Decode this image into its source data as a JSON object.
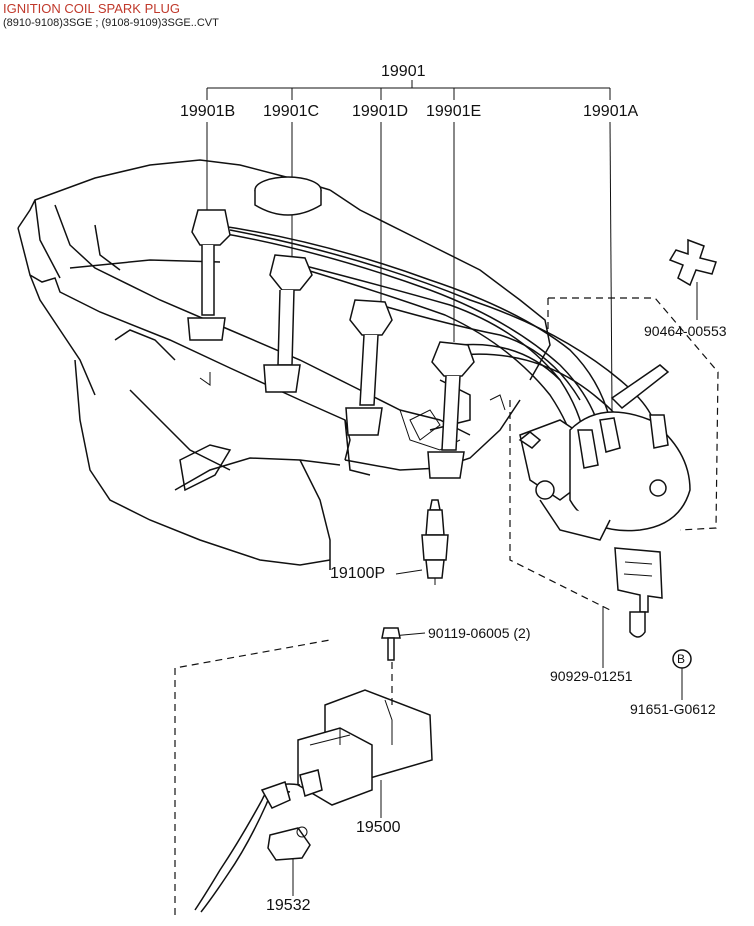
{
  "header": {
    "title": "IGNITION COIL SPARK PLUG",
    "subtitle": "(8910-9108)3SGE ; (9108-9109)3SGE..CVT"
  },
  "callouts": {
    "p19901": "19901",
    "p19901B": "19901B",
    "p19901C": "19901C",
    "p19901D": "19901D",
    "p19901E": "19901E",
    "p19901A": "19901A",
    "p90464": "90464-00553",
    "p19100P": "19100P",
    "p90119": "90119-06005 (2)",
    "p90929": "90929-01251",
    "p91651": "91651-G0612",
    "p19500": "19500",
    "p19532": "19532",
    "markerB": "B"
  }
}
